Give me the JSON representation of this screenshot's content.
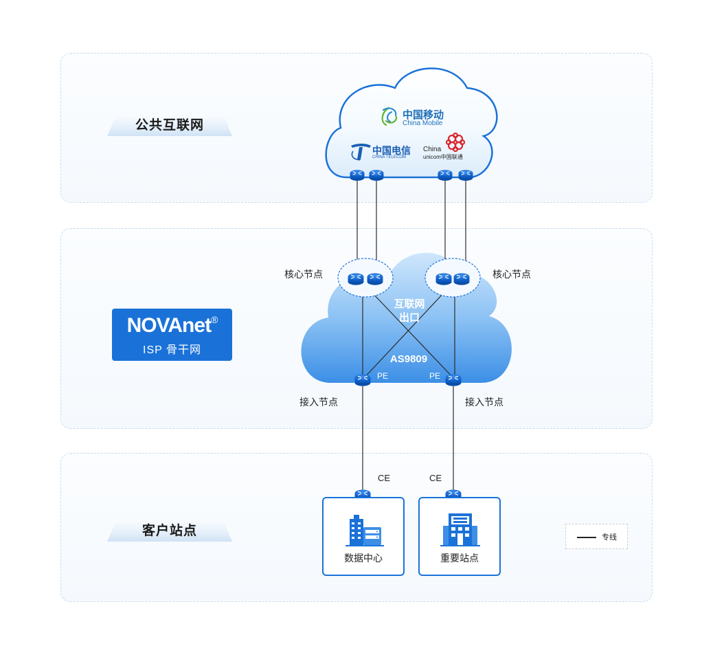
{
  "layers": {
    "internet": "公共互联网",
    "customer": "客户站点"
  },
  "brand": {
    "name": "NOVAnet",
    "reg": "®",
    "subtitle": "ISP 骨干网"
  },
  "carriers": {
    "mobile_cn": "中国移动",
    "mobile_en": "China Mobile",
    "telecom_cn": "中国电信",
    "telecom_en": "CHINA TELECOM",
    "unicom_china": "China",
    "unicom_en": "unicom中国联通"
  },
  "backbone": {
    "core_left": "核心节点",
    "core_right": "核心节点",
    "exit_line1": "互联网",
    "exit_line2": "出口",
    "as_number": "AS9809",
    "pe_left": "PE",
    "pe_right": "PE",
    "access_left": "接入节点",
    "access_right": "接入节点"
  },
  "sites": {
    "ce_left": "CE",
    "ce_right": "CE",
    "datacenter": "数据中心",
    "important": "重要站点"
  },
  "legend": {
    "dedicated_line": "专线"
  },
  "colors": {
    "accent": "#1a72d8",
    "cloud_light": "#e6f3ff",
    "cloud_blue": "#5aa6ef",
    "unicom_red": "#d9272e",
    "mobile_green": "#5cb531"
  }
}
